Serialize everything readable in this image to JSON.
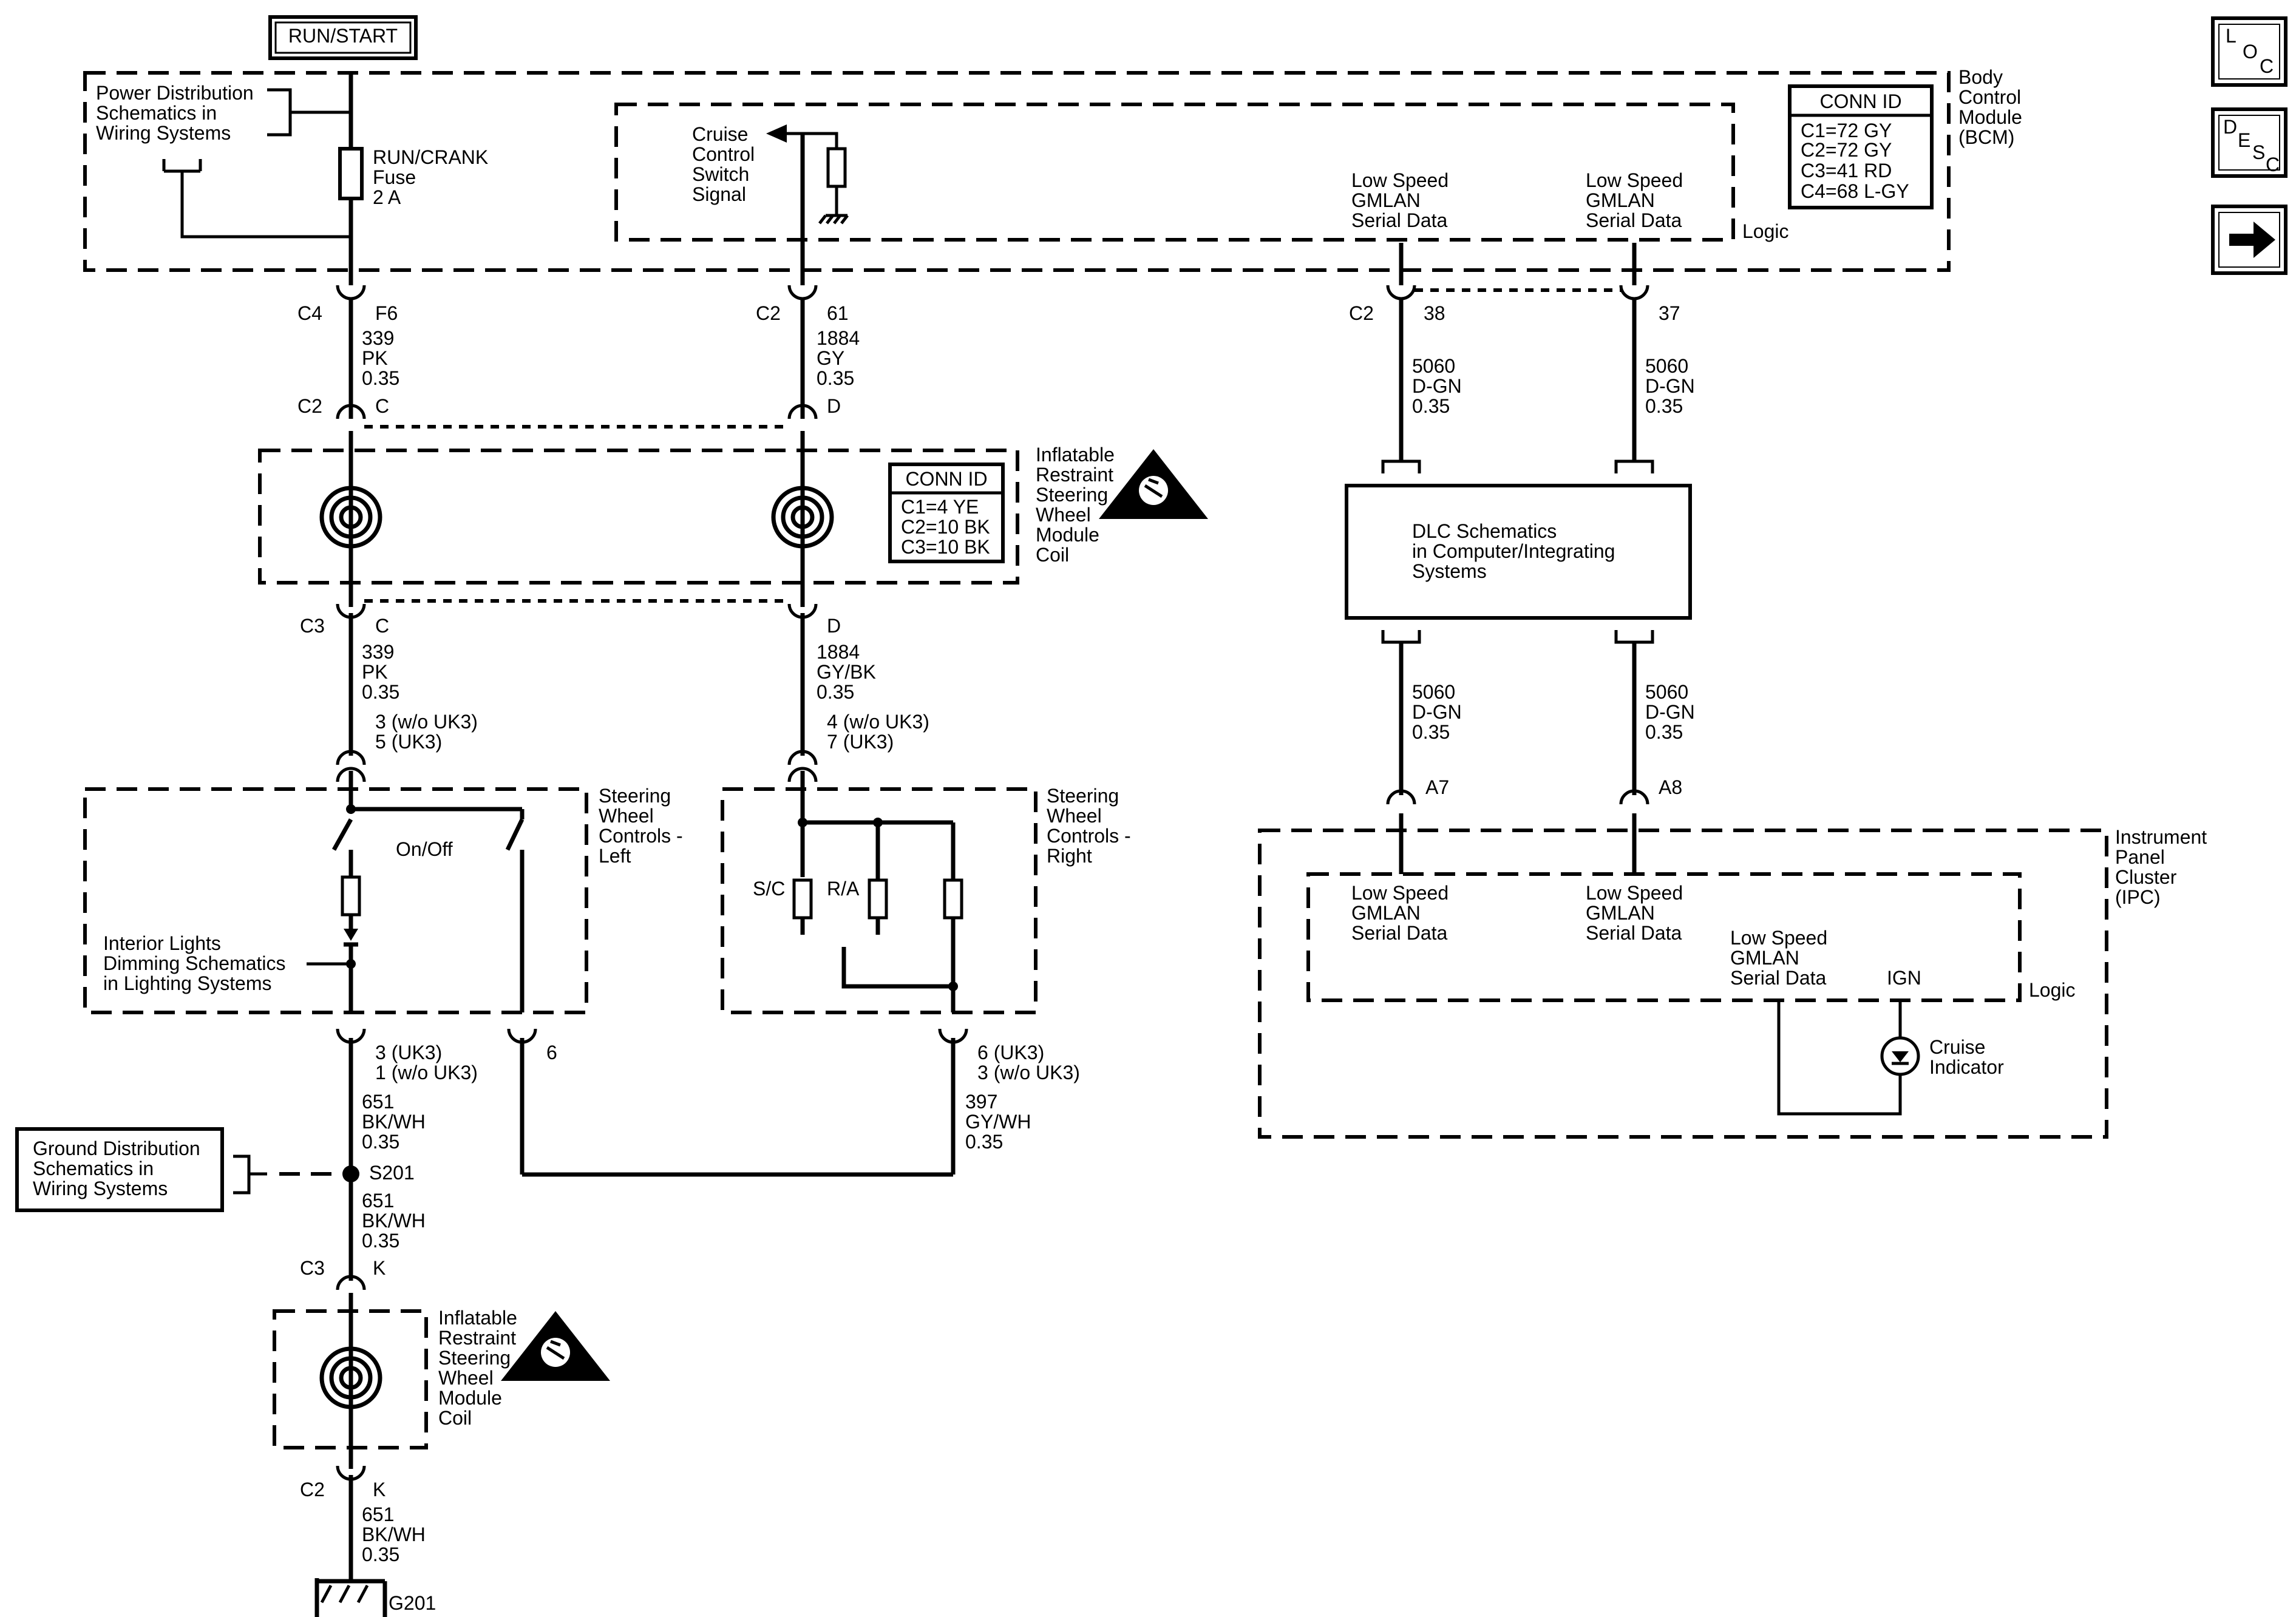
{
  "title": "RUN/START",
  "nav": {
    "loc": [
      "L",
      "O",
      "C"
    ],
    "desc": [
      "D",
      "E",
      "S",
      "C"
    ],
    "next_icon": "right-arrow-icon"
  },
  "bcm": {
    "name": [
      "Body",
      "Control",
      "Module",
      "(BCM)"
    ],
    "conn_id_title": "CONN ID",
    "conn_ids": [
      "C1=72 GY",
      "C2=72 GY",
      "C3=41 RD",
      "C4=68 L-GY"
    ],
    "logic": "Logic",
    "power_ref": [
      "Power Distribution",
      "Schematics in",
      "Wiring Systems"
    ],
    "fuse": [
      "RUN/CRANK",
      "Fuse",
      "2 A"
    ],
    "cruise_signal": [
      "Cruise",
      "Control",
      "Switch",
      "Signal"
    ],
    "gmlan_a": [
      "Low Speed",
      "GMLAN",
      "Serial Data"
    ],
    "gmlan_b": [
      "Low Speed",
      "GMLAN",
      "Serial Data"
    ]
  },
  "wires": {
    "w1_top": {
      "conn": "C4",
      "pin": "F6",
      "circuit": [
        "339",
        "PK",
        "0.35"
      ]
    },
    "w1_coil_in": {
      "conn": "C2",
      "pin": "C"
    },
    "w1_coil_out": {
      "conn": "C3",
      "pin": "C",
      "circuit": [
        "339",
        "PK",
        "0.35"
      ],
      "pins": [
        "3 (w/o UK3)",
        "5 (UK3)"
      ]
    },
    "w2_top": {
      "conn": "C2",
      "pin": "61",
      "circuit": [
        "1884",
        "GY",
        "0.35"
      ]
    },
    "w2_coil_in": {
      "pin": "D"
    },
    "w2_coil_out": {
      "pin": "D",
      "circuit": [
        "1884",
        "GY/BK",
        "0.35"
      ],
      "pins": [
        "4 (w/o UK3)",
        "7 (UK3)"
      ]
    },
    "g1": {
      "conn": "C2",
      "pin": "38",
      "circuit": [
        "5060",
        "D-GN",
        "0.35"
      ]
    },
    "g2": {
      "pin": "37",
      "circuit": [
        "5060",
        "D-GN",
        "0.35"
      ]
    },
    "g3": {
      "circuit": [
        "5060",
        "D-GN",
        "0.35"
      ],
      "pin": "A7"
    },
    "g4": {
      "circuit": [
        "5060",
        "D-GN",
        "0.35"
      ],
      "pin": "A8"
    },
    "swl_out": {
      "pins": [
        "3 (UK3)",
        "1 (w/o UK3)"
      ],
      "circuit": [
        "651",
        "BK/WH",
        "0.35"
      ]
    },
    "swl_6": "6",
    "swr_out": {
      "pins": [
        "6 (UK3)",
        "3 (w/o UK3)"
      ],
      "circuit": [
        "397",
        "GY/WH",
        "0.35"
      ]
    },
    "splice": "S201",
    "after_splice": [
      "651",
      "BK/WH",
      "0.35"
    ],
    "coil2_in": {
      "conn": "C3",
      "pin": "K"
    },
    "coil2_out": {
      "conn": "C2",
      "pin": "K",
      "circuit": [
        "651",
        "BK/WH",
        "0.35"
      ]
    },
    "ground": "G201"
  },
  "coil_module": {
    "name": [
      "Inflatable",
      "Restraint",
      "Steering",
      "Wheel",
      "Module",
      "Coil"
    ],
    "conn_id_title": "CONN ID",
    "conn_ids": [
      "C1=4 YE",
      "C2=10 BK",
      "C3=10 BK"
    ]
  },
  "coil_module_2": {
    "name": [
      "Inflatable",
      "Restraint",
      "Steering",
      "Wheel",
      "Module",
      "Coil"
    ]
  },
  "swc_left": {
    "name": [
      "Steering",
      "Wheel",
      "Controls -",
      "Left"
    ],
    "switch": "On/Off",
    "dimming_ref": [
      "Interior Lights",
      "Dimming Schematics",
      "in Lighting Systems"
    ]
  },
  "swc_right": {
    "name": [
      "Steering",
      "Wheel",
      "Controls -",
      "Right"
    ],
    "sc": "S/C",
    "ra": "R/A"
  },
  "ground_ref": [
    "Ground Distribution",
    "Schematics in",
    "Wiring Systems"
  ],
  "dlc": [
    "DLC Schematics",
    "in Computer/Integrating",
    "Systems"
  ],
  "ipc": {
    "name": [
      "Instrument",
      "Panel",
      "Cluster",
      "(IPC)"
    ],
    "gmlan_a": [
      "Low Speed",
      "GMLAN",
      "Serial Data"
    ],
    "gmlan_b": [
      "Low Speed",
      "GMLAN",
      "Serial Data"
    ],
    "gmlan_c": [
      "Low Speed",
      "GMLAN",
      "Serial Data"
    ],
    "ign": "IGN",
    "logic": "Logic",
    "indicator": [
      "Cruise",
      "Indicator"
    ]
  }
}
